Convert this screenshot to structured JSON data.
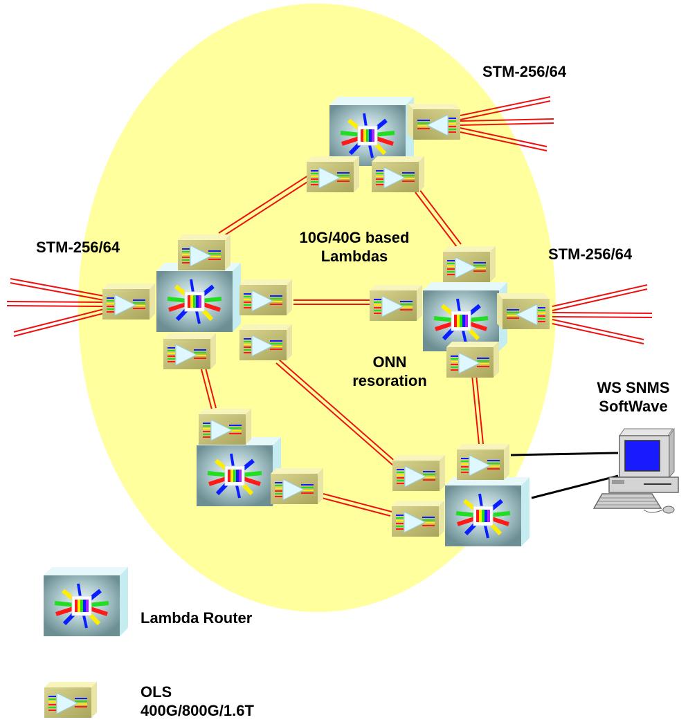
{
  "labels": {
    "stm_top": "STM-256/64",
    "stm_left": "STM-256/64",
    "stm_right": "STM-256/64",
    "lambdas_line1": "10G/40G based",
    "lambdas_line2": "Lambdas",
    "onn_line1": "ONN",
    "onn_line2": "resoration",
    "ws_line1": "WS SNMS",
    "ws_line2": "SoftWave"
  },
  "legend": {
    "router_label": "Lambda Router",
    "ols_line1": "OLS",
    "ols_line2": "400G/800G/1.6T"
  },
  "colors": {
    "cloud": "#ffff9e",
    "fiber": "#ee1111",
    "router_face": "#8fb3b8",
    "router_side": "#c9eef2",
    "ols_face": "#c3bf75",
    "ols_side": "#f2efb0",
    "mgmt_link": "#000000"
  }
}
